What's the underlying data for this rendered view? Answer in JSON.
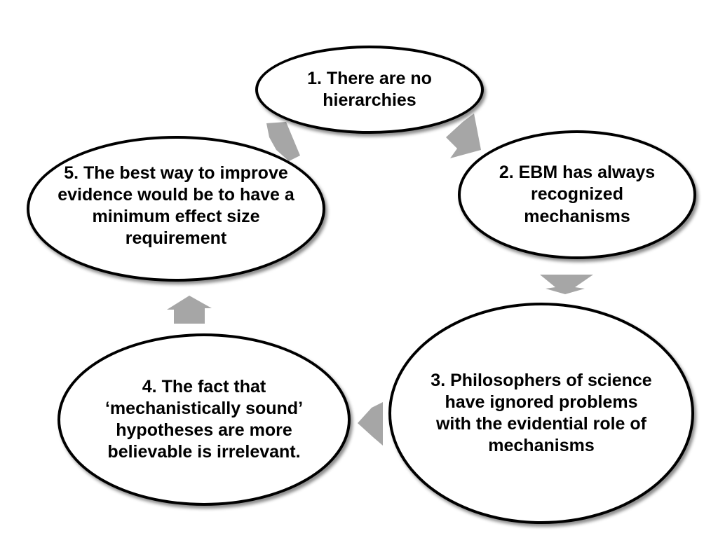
{
  "colors": {
    "arrow": "#a6a6a6",
    "outline": "#000000",
    "background": "#ffffff"
  },
  "nodes": [
    {
      "label": "1. There are no hierarchies"
    },
    {
      "label": "2. EBM has always recognized mechanisms"
    },
    {
      "label": "3. Philosophers of science have ignored problems with the evidential role of mechanisms"
    },
    {
      "label": "4. The fact that ‘mechanistically sound’ hypotheses are more believable is irrelevant."
    },
    {
      "label": "5. The best way to improve evidence would be to have a minimum effect size requirement"
    }
  ]
}
